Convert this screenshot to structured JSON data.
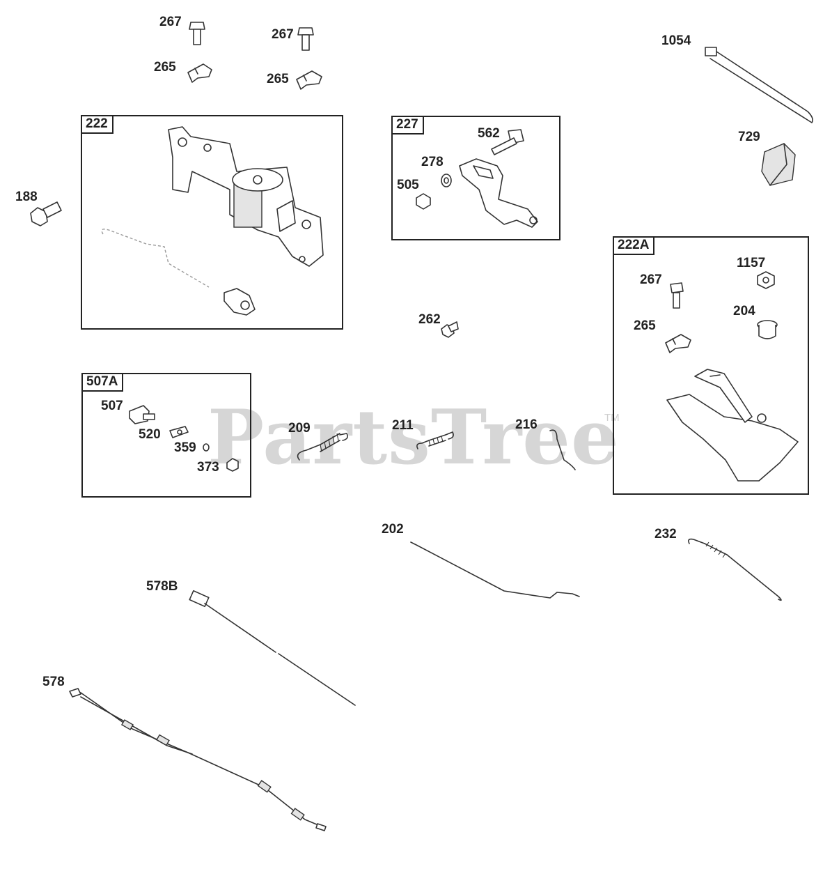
{
  "watermark": {
    "text": "PartsTree",
    "trademark": "TM"
  },
  "boxes": {
    "b222": "222",
    "b227": "227",
    "b507a": "507A",
    "b222a": "222A"
  },
  "callouts": {
    "c267a": "267",
    "c267b": "267",
    "c265a": "265",
    "c265b": "265",
    "c1054": "1054",
    "c729": "729",
    "c188": "188",
    "c562": "562",
    "c278": "278",
    "c505": "505",
    "c262": "262",
    "c267c": "267",
    "c1157": "1157",
    "c204": "204",
    "c265c": "265",
    "c507": "507",
    "c520": "520",
    "c359": "359",
    "c373": "373",
    "c209": "209",
    "c211": "211",
    "c216": "216",
    "c202": "202",
    "c232": "232",
    "c578b": "578B",
    "c578": "578"
  }
}
